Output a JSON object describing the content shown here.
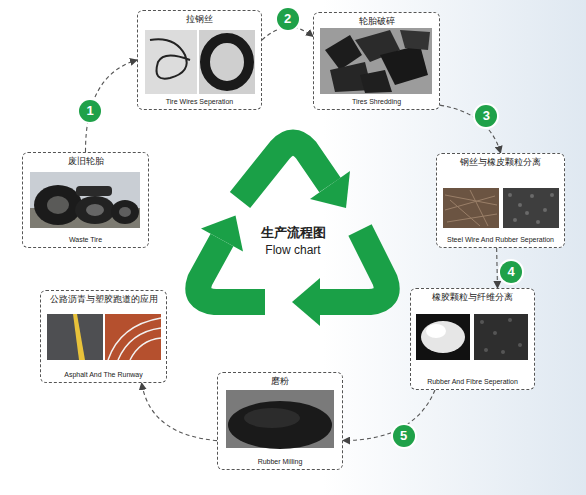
{
  "diagram": {
    "title": "生产流程图",
    "nodes": [
      {
        "text": [
          "废旧轮胎",
          "Waste Tire"
        ]
      },
      {
        "text": [
          "拉钢丝",
          "Tire Wires Seperation"
        ]
      },
      {
        "text": [
          "轮胎破碎",
          "Tires Shredding"
        ]
      },
      {
        "text": [
          "钢丝与橡皮颗粒分离",
          "Steel Wire And Rubber Seperation"
        ]
      },
      {
        "text": [
          "橡胶颗粒与纤维分离",
          "Rubber And Fibre Seperation"
        ]
      },
      {
        "text": [
          "磨粉",
          "Rubber Milling"
        ]
      },
      {
        "text": [
          "公路沥青与塑胶跑道的应用",
          "Asphalt And The Runway"
        ]
      }
    ],
    "edges": [
      {
        "from": 0,
        "to": 1,
        "label": "1",
        "arrow": "to"
      },
      {
        "from": 1,
        "to": 2,
        "label": "2",
        "arrow": "to"
      },
      {
        "from": 2,
        "to": 3,
        "label": "3",
        "arrow": "to"
      },
      {
        "from": 3,
        "to": 4,
        "label": "4",
        "arrow": "to"
      },
      {
        "from": 4,
        "to": 5,
        "label": "5",
        "arrow": "to"
      },
      {
        "from": 5,
        "to": 6,
        "arrow": "to"
      }
    ],
    "labels": [
      "Flow chart"
    ]
  }
}
